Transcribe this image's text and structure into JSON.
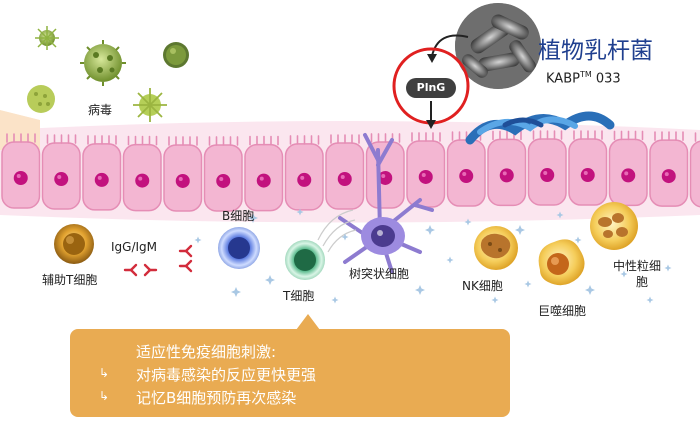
{
  "product": {
    "name_cn": "植物乳杆菌",
    "strain_prefix": "KABP",
    "strain_tm": "TM",
    "strain_suffix": " 033",
    "molecule": "PlnG"
  },
  "labels": {
    "virus": "病毒",
    "helper_t": "辅助T细胞",
    "antibody": "IgG/IgM",
    "b_cell": "B细胞",
    "t_cell": "T细胞",
    "dendritic": "树突状细胞",
    "nk": "NK细胞",
    "macrophage": "巨噬细胞",
    "neutrophil_line1": "中性粒细",
    "neutrophil_line2": "胞"
  },
  "callout": {
    "heading": "适应性免疫细胞刺激:",
    "items": [
      "对病毒感染的反应更快更强",
      "记忆B细胞预防再次感染"
    ]
  },
  "icons": {
    "shield": "shield-check-icon",
    "bullet": "hook-arrow-icon",
    "antibody": "y-antibody-icon"
  },
  "colors": {
    "title_blue": "#1f3f8f",
    "highlight_red": "#e02020",
    "callout_bg": "#e9ab52",
    "epithelium": "#f3b6d2",
    "nucleus": "#c2127e",
    "virus_green": "#7fa33c",
    "antibody_red": "#d22c3c"
  }
}
